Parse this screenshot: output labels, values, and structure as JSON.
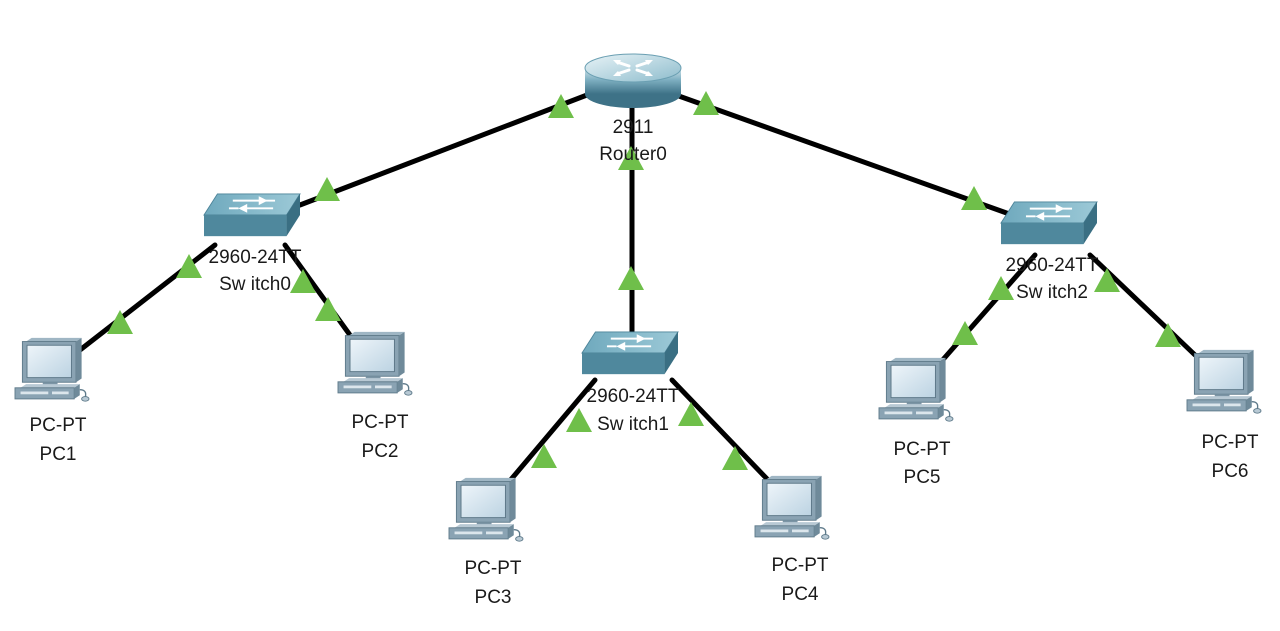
{
  "colors": {
    "link": "#000000",
    "link_status_up": "#6fbf4a",
    "device_body": "#5b93a8",
    "device_top": "#8fc3d3",
    "pc_screen": "#dbe9f2",
    "pc_body": "#b7c7d1"
  },
  "devices": {
    "router0": {
      "model": "2911",
      "name": "Router0",
      "icon": "router-icon"
    },
    "switch0": {
      "model": "2960-24TT",
      "name": "Sw itch0",
      "icon": "switch-icon"
    },
    "switch1": {
      "model": "2960-24TT",
      "name": "Sw itch1",
      "icon": "switch-icon"
    },
    "switch2": {
      "model": "2960-24TT",
      "name": "Sw itch2",
      "icon": "switch-icon"
    },
    "pc1": {
      "model": "PC-PT",
      "name": "PC1",
      "icon": "pc-icon"
    },
    "pc2": {
      "model": "PC-PT",
      "name": "PC2",
      "icon": "pc-icon"
    },
    "pc3": {
      "model": "PC-PT",
      "name": "PC3",
      "icon": "pc-icon"
    },
    "pc4": {
      "model": "PC-PT",
      "name": "PC4",
      "icon": "pc-icon"
    },
    "pc5": {
      "model": "PC-PT",
      "name": "PC5",
      "icon": "pc-icon"
    },
    "pc6": {
      "model": "PC-PT",
      "name": "PC6",
      "icon": "pc-icon"
    }
  },
  "links": [
    {
      "from": "router0",
      "to": "switch0",
      "status": "up"
    },
    {
      "from": "router0",
      "to": "switch1",
      "status": "up"
    },
    {
      "from": "router0",
      "to": "switch2",
      "status": "up"
    },
    {
      "from": "switch0",
      "to": "pc1",
      "status": "up"
    },
    {
      "from": "switch0",
      "to": "pc2",
      "status": "up"
    },
    {
      "from": "switch1",
      "to": "pc3",
      "status": "up"
    },
    {
      "from": "switch1",
      "to": "pc4",
      "status": "up"
    },
    {
      "from": "switch2",
      "to": "pc5",
      "status": "up"
    },
    {
      "from": "switch2",
      "to": "pc6",
      "status": "up"
    }
  ]
}
